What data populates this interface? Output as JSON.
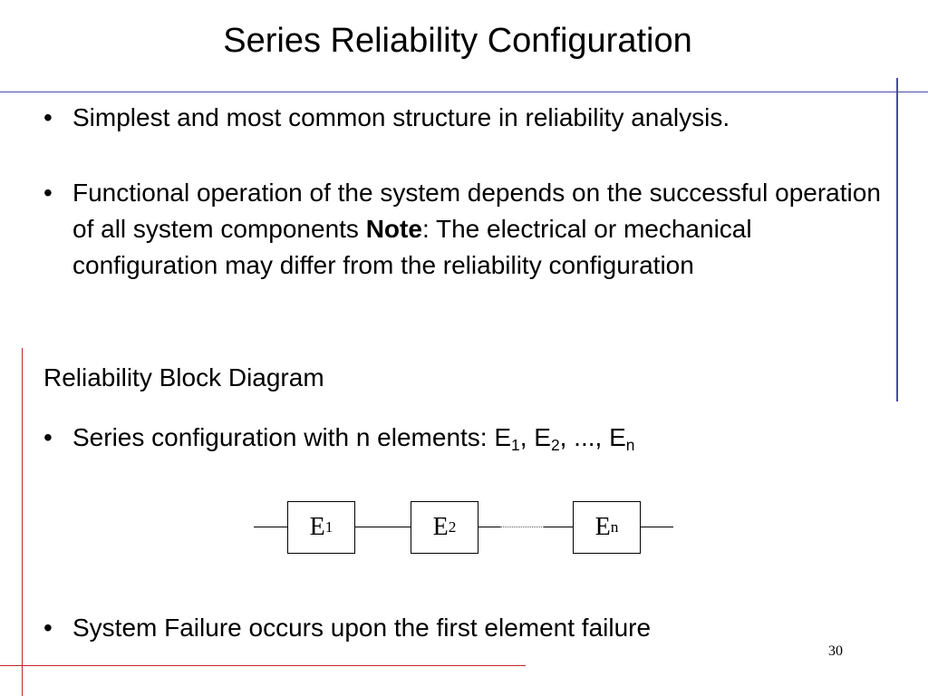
{
  "slide": {
    "title": "Series Reliability Configuration",
    "page_number": "30"
  },
  "bullets": [
    {
      "text": "Simplest and most common structure in reliability analysis."
    },
    {
      "text_before": "Functional operation of the system depends on the successful operation of all system components ",
      "bold": "Note",
      "text_after": ": The electrical or mechanical configuration may differ from the reliability configuration"
    }
  ],
  "section_heading": "Reliability Block Diagram",
  "series_bullet": {
    "prefix": "Series configuration with n elements: ",
    "e": "E",
    "sub1": "1",
    "sep1": ", ",
    "sub2": "2",
    "sep2": ", ..., ",
    "subn": "n"
  },
  "diagram": {
    "blocks": [
      {
        "letter": "E",
        "sub": "1"
      },
      {
        "letter": "E",
        "sub": "2"
      },
      {
        "letter": "E",
        "sub": "n"
      }
    ]
  },
  "final_bullet": "System Failure occurs upon the first element failure",
  "bullet_glyph": "•",
  "colors": {
    "blue_rule": "#4a4aa8",
    "red_rule": "#c0262c"
  }
}
